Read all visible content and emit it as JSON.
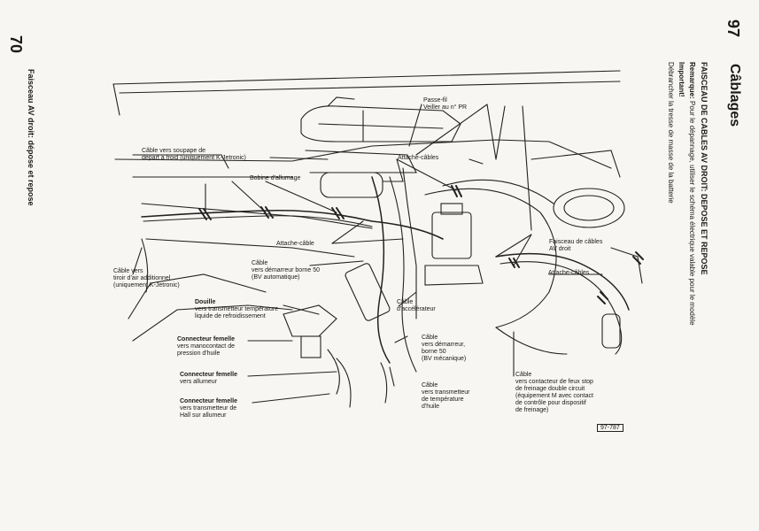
{
  "page": {
    "right_number": "97",
    "right_title": "Câblages",
    "left_number": "70",
    "left_title": "Faisceau AV droit: dépose et repose"
  },
  "section": {
    "heading": "FAISCEAU DE CABLES AV DROIT: DEPOSE ET REPOSE",
    "remark_label": "Remarque:",
    "remark_text": "Pour le dépannage, utiliser le schéma électrique valable pour le modèle",
    "important_label": "Important!",
    "important_text": "Débrancher la tresse de masse de la batterie"
  },
  "labels": {
    "passe_fil": "Passe-fil",
    "veiller": "Veiller au n° PR",
    "cable_soupape_1": "Câble vers soupape de",
    "cable_soupape_2": "départ à froid (uniquement K-Jetronic)",
    "attache_cables_top": "Attache-câbles",
    "bobine": "Bobine d'allumage",
    "attache_cable_mid": "Attache-câble",
    "faisceau_1": "Faisceau de câbles",
    "faisceau_2": "AV droit",
    "attache_cables_right": "Attache-câbles",
    "cable_tiroir_1": "Câble vers",
    "cable_tiroir_2": "tiroir d'air additionnel",
    "cable_tiroir_3": "(uniquement K-Jetronic)",
    "cable_demarreur50_1": "Câble",
    "cable_demarreur50_2": "vers démarreur borne 50",
    "cable_demarreur50_3": "(BV automatique)",
    "douille_1": "Douille",
    "douille_2": "vers transmetteur température",
    "douille_3": "liquide de refroidissement",
    "cable_accel_1": "Câble",
    "cable_accel_2": "d'accélérateur",
    "conn_mano_1": "Connecteur femelle",
    "conn_mano_2": "vers manocontact de",
    "conn_mano_3": "pression d'huile",
    "cable_dem_meca_1": "Câble",
    "cable_dem_meca_2": "vers démarreur,",
    "cable_dem_meca_3": "borne 50",
    "cable_dem_meca_4": "(BV mécanique)",
    "conn_allumeur_1": "Connecteur femelle",
    "conn_allumeur_2": "vers allumeur",
    "cable_huile_1": "Câble",
    "cable_huile_2": "vers transmetteur",
    "cable_huile_3": "de température",
    "cable_huile_4": "d'huile",
    "conn_hall_1": "Connecteur femelle",
    "conn_hall_2": "vers transmetteur de",
    "conn_hall_3": "Hall sur allumeur",
    "cable_stop_1": "Câble",
    "cable_stop_2": "vers contacteur de feux stop",
    "cable_stop_3": "de freinage double circuit",
    "cable_stop_4": "(équipement M avec contact",
    "cable_stop_5": "de contrôle pour dispositif",
    "cable_stop_6": "de freinage)"
  },
  "figure_ref": "97-787"
}
